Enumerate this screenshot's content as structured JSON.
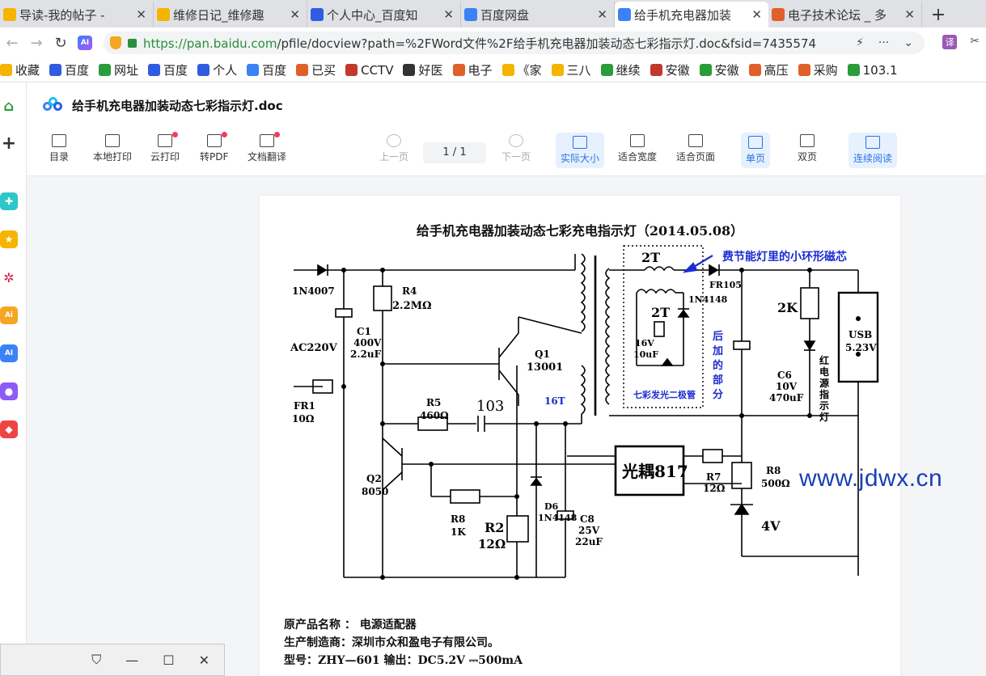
{
  "tabs": [
    {
      "title": "导读-我的帖子 - ",
      "icon": "trophy-icon",
      "color": "#f5b400",
      "active": false
    },
    {
      "title": "维修日记_维修趣",
      "icon": "trophy-icon",
      "color": "#f5b400",
      "active": false
    },
    {
      "title": "个人中心_百度知",
      "icon": "baidu-paw-icon",
      "color": "#2f5ce0",
      "active": false
    },
    {
      "title": "百度网盘",
      "icon": "baidu-cloud-icon",
      "color": "#3b82f6",
      "active": false
    },
    {
      "title": "给手机充电器加装",
      "icon": "baidu-cloud-icon",
      "color": "#3b82f6",
      "active": true
    },
    {
      "title": "电子技术论坛 _ 多",
      "icon": "forum-icon",
      "color": "#e0602a",
      "active": false
    }
  ],
  "address": {
    "url_host": "https://pan.baidu.com",
    "url_rest": "/pfile/docview?path=%2FWord文件%2F给手机充电器加装动态七彩指示灯.doc&fsid=7435574"
  },
  "bookmarks": [
    {
      "label": "收藏",
      "color": "#f5b400"
    },
    {
      "label": "百度",
      "color": "#2f5ce0"
    },
    {
      "label": "网址",
      "color": "#2a9d3a"
    },
    {
      "label": "百度",
      "color": "#2f5ce0"
    },
    {
      "label": "个人",
      "color": "#2f5ce0"
    },
    {
      "label": "百度",
      "color": "#3b82f6"
    },
    {
      "label": "已买",
      "color": "#e0602a"
    },
    {
      "label": "CCTV",
      "color": "#c0392b"
    },
    {
      "label": "好医",
      "color": "#333333"
    },
    {
      "label": "电子",
      "color": "#e0602a"
    },
    {
      "label": "《家",
      "color": "#f5b400"
    },
    {
      "label": "三八",
      "color": "#f5b400"
    },
    {
      "label": "继续",
      "color": "#2a9d3a"
    },
    {
      "label": "安徽",
      "color": "#c0392b"
    },
    {
      "label": "安徽",
      "color": "#2a9d3a"
    },
    {
      "label": "高压",
      "color": "#e0602a"
    },
    {
      "label": "采购",
      "color": "#e0602a"
    },
    {
      "label": "103.1",
      "color": "#2a9d3a"
    }
  ],
  "doc": {
    "title": "给手机充电器加装动态七彩指示灯.doc",
    "page_indicator": "1 / 1"
  },
  "toolbar": {
    "toc": "目录",
    "local_print": "本地打印",
    "cloud_print": "云打印",
    "to_pdf": "转PDF",
    "translate": "文档翻译",
    "prev": "上一页",
    "next": "下一页",
    "actual_size": "实际大小",
    "fit_width": "适合宽度",
    "fit_page": "适合页面",
    "single": "单页",
    "double": "双页",
    "continuous": "连续阅读"
  },
  "schematic": {
    "title": "给手机充电器加装动态七彩充电指示灯（2014.05.08）",
    "labels": {
      "d_in": "1N4007",
      "ac": "AC220V",
      "c1": [
        "C1",
        "400V",
        "2.2uF"
      ],
      "fr1": [
        "FR1",
        "10Ω"
      ],
      "r4": [
        "R4",
        "2.2MΩ"
      ],
      "q1": [
        "Q1",
        "13001"
      ],
      "r5": [
        "R5",
        "460Ω"
      ],
      "cap103": "103",
      "q2": [
        "Q2",
        "8050"
      ],
      "r8a": [
        "R8",
        "1K"
      ],
      "r2": [
        "R2",
        "12Ω"
      ],
      "d6": [
        "D6",
        "1N4148"
      ],
      "c8": [
        "C8",
        "25V",
        "22uF"
      ],
      "t16": "16T",
      "t2a": "2T",
      "t2b": "2T",
      "fr105": "FR105",
      "d4148": "1N4148",
      "c16": [
        "16V",
        "10uF"
      ],
      "led7": "七彩发光二极管",
      "added": "后加的部分",
      "core": "费节能灯里的小环形磁芯",
      "optocoupler": "光耦817",
      "r7": [
        "R7",
        "12Ω"
      ],
      "r8b": [
        "R8",
        "500Ω"
      ],
      "z4v": "4V",
      "r2k": "2K",
      "c6": [
        "C6",
        "10V",
        "470uF"
      ],
      "red_led": "红电源指示灯",
      "usb": [
        "USB",
        "5.23V"
      ]
    },
    "footer": {
      "line1": "原产品名称 ：  电源适配器",
      "line2": "生产制造商：深圳市众和盈电子有限公司。",
      "line3": "型号：ZHY—601     输出：DC5.2V   ⎓500mA"
    }
  },
  "watermark": "www.jdwx.cn",
  "colors": {
    "blue_annotation": "#1b2bd0",
    "accent": "#2a72e8"
  }
}
